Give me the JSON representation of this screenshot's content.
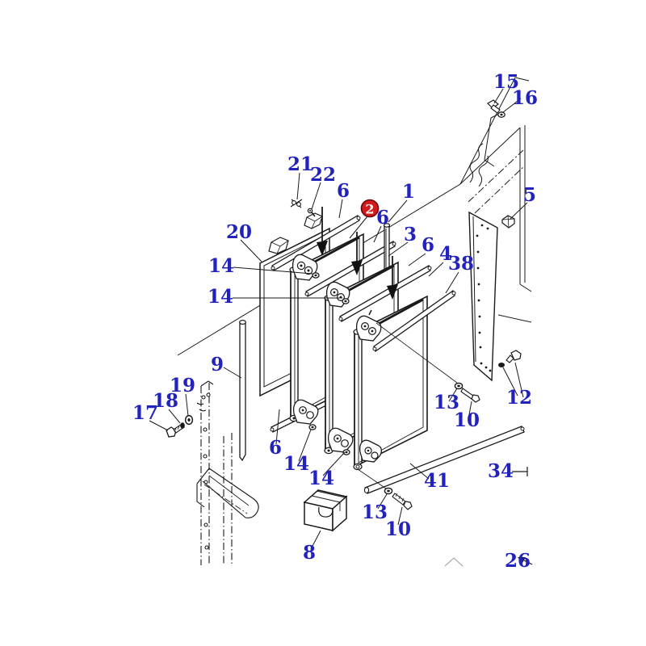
{
  "diagram": {
    "kind": "exploded-parts-diagram",
    "palette": {
      "label_color": "#2222bd",
      "highlight_fill": "#d41b1b",
      "highlight_text": "#ffffff",
      "line_color": "#1a1a1a",
      "background": "#ffffff"
    },
    "highlight": {
      "part_number": "2",
      "shape": "red-circle"
    },
    "labels": [
      {
        "id": "15",
        "text": "15"
      },
      {
        "id": "16",
        "text": "16"
      },
      {
        "id": "21",
        "text": "21"
      },
      {
        "id": "22",
        "text": "22"
      },
      {
        "id": "6-a",
        "text": "6"
      },
      {
        "id": "1",
        "text": "1"
      },
      {
        "id": "2",
        "text": "2"
      },
      {
        "id": "6-b",
        "text": "6"
      },
      {
        "id": "20",
        "text": "20"
      },
      {
        "id": "3",
        "text": "3"
      },
      {
        "id": "6-c",
        "text": "6"
      },
      {
        "id": "4",
        "text": "4"
      },
      {
        "id": "38",
        "text": "38"
      },
      {
        "id": "14-a",
        "text": "14"
      },
      {
        "id": "14-b",
        "text": "14"
      },
      {
        "id": "5",
        "text": "5"
      },
      {
        "id": "9",
        "text": "9"
      },
      {
        "id": "19",
        "text": "19"
      },
      {
        "id": "18",
        "text": "18"
      },
      {
        "id": "17",
        "text": "17"
      },
      {
        "id": "13-a",
        "text": "13"
      },
      {
        "id": "10-a",
        "text": "10"
      },
      {
        "id": "12",
        "text": "12"
      },
      {
        "id": "6-d",
        "text": "6"
      },
      {
        "id": "14-c",
        "text": "14"
      },
      {
        "id": "14-d",
        "text": "14"
      },
      {
        "id": "41",
        "text": "41"
      },
      {
        "id": "13-b",
        "text": "13"
      },
      {
        "id": "10-b",
        "text": "10"
      },
      {
        "id": "8",
        "text": "8"
      },
      {
        "id": "34",
        "text": "34"
      },
      {
        "id": "26",
        "text": "26"
      }
    ]
  }
}
